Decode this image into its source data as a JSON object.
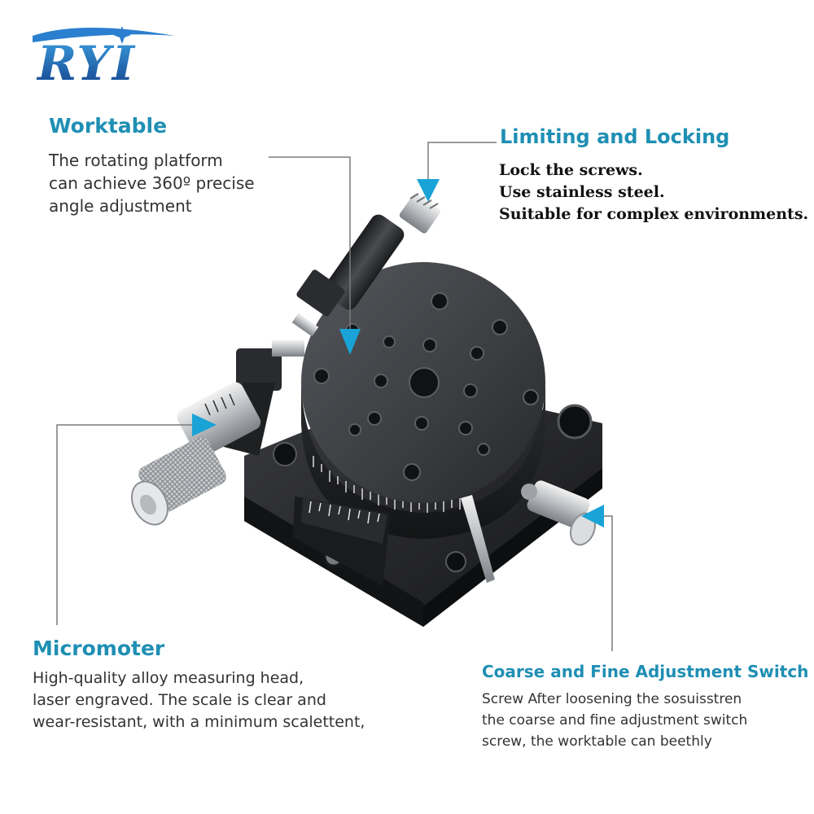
{
  "brand": {
    "logo_text": "RYI"
  },
  "worktable": {
    "title": "Worktable",
    "lines": [
      "The rotating platform",
      "can achieve 360º precise",
      "angle adjustment"
    ]
  },
  "limiting": {
    "title": "Limiting and Locking",
    "lines": [
      "Lock the screws.",
      "Use stainless steel.",
      "Suitable for complex environments."
    ]
  },
  "micrometer": {
    "title": "Micromoter",
    "lines": [
      "High-quality alloy measuring head,",
      "laser engraved. The scale is clear and",
      "wear-resistant, with a minimum scalettent,"
    ]
  },
  "coarse": {
    "title": "Coarse and Fine Adjustment Switch",
    "lines": [
      "Screw After loosening the sosuisstren",
      "the coarse and fine adjustment switch",
      "screw, the worktable can beethly"
    ]
  },
  "colors": {
    "accent": "#1f8fb4",
    "arrow": "#1aa3d6",
    "metal_dark": "#2a2b2e",
    "logo_blue": "#1c66b3"
  }
}
